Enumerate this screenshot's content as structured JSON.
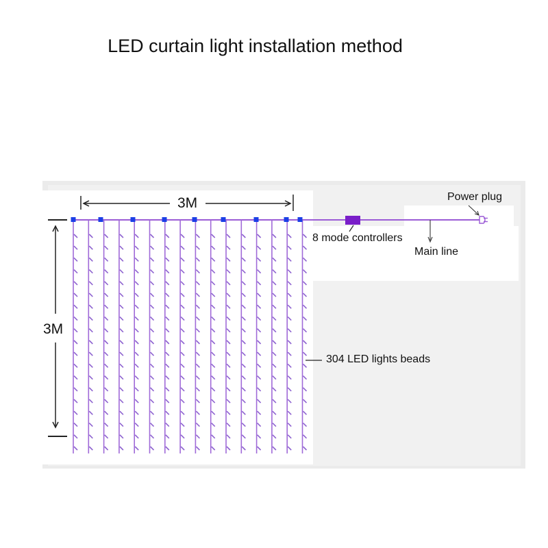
{
  "title": "LED curtain light installation method",
  "labels": {
    "width_dimension": "3M",
    "height_dimension": "3M",
    "power_plug": "Power plug",
    "controller": "8 mode controllers",
    "main_line": "Main line",
    "beads": "304 LED lights beads"
  },
  "strands": {
    "count": 16,
    "beads_per_strand": 19
  },
  "colors": {
    "wire": "#9b5bd6",
    "strand": "#a06ad8",
    "bead": "#8e63d0",
    "connector": "#1c3fe6",
    "controller": "#7a1fc9",
    "frame": "#ebebeb",
    "dimension_line": "#222222"
  }
}
